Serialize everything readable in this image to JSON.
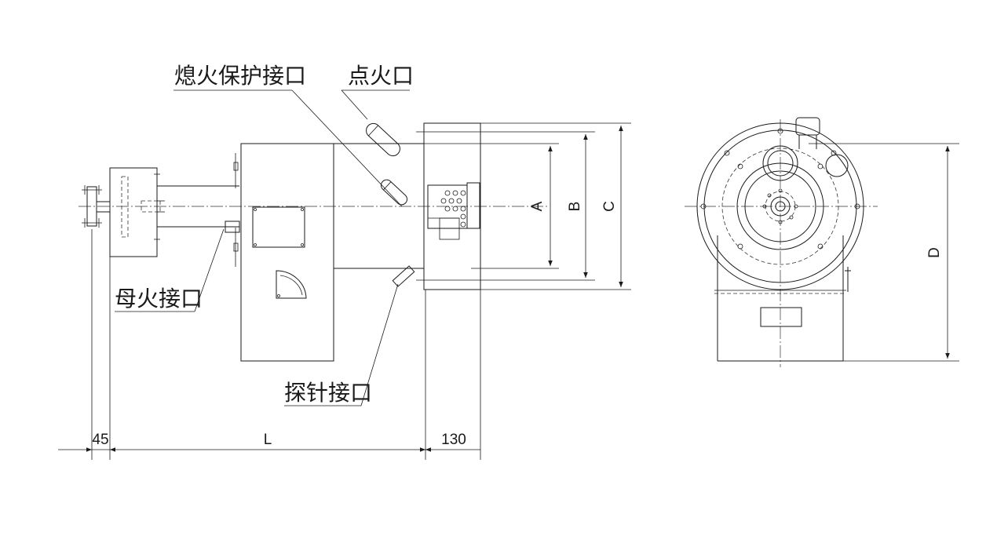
{
  "labels": {
    "flameout_port": "熄火保护接口",
    "ignition_port": "点火口",
    "pilot_port": "母火接口",
    "probe_port": "探针接口"
  },
  "dimensions": {
    "a": "A",
    "b": "B",
    "c": "C",
    "d": "D",
    "l": "L",
    "d45": "45",
    "d130": "130"
  }
}
